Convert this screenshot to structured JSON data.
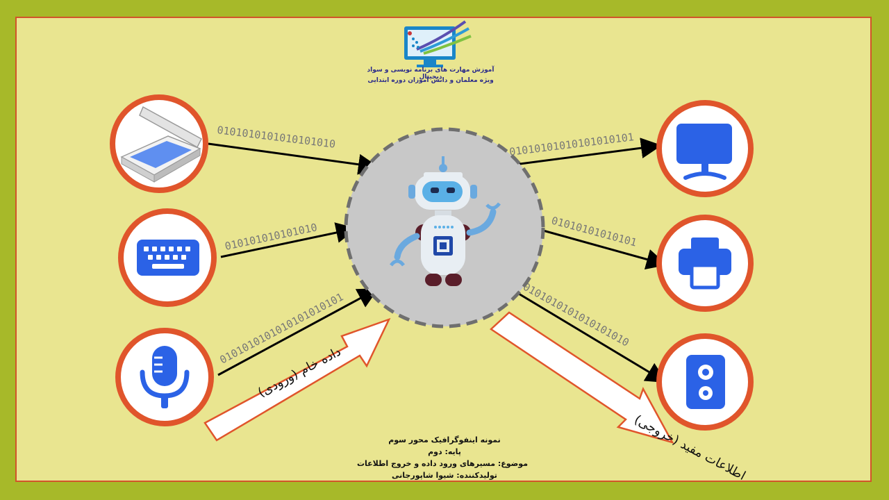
{
  "header": {
    "line1": "آموزش مهارت های برنامه نویسی و سواد دیجیتال",
    "line2": "ویژه معلمان و دانش آموزان دوره ابتدایی"
  },
  "binary": {
    "scanner": "0101010101010101010",
    "keyboard": "010101010101010",
    "microphone": "0101010101010101010101",
    "monitor": "01010101010101010101",
    "printer": "01010101010101",
    "speaker": "0101010101010101010"
  },
  "arrows": {
    "input_label": "داده خام (ورودی)",
    "output_label": "اطلاعات مفید (خروجی)"
  },
  "devices": {
    "inputs": [
      "scanner-icon",
      "keyboard-icon",
      "microphone-icon"
    ],
    "outputs": [
      "monitor-icon",
      "printer-icon",
      "speaker-icon"
    ]
  },
  "footer": {
    "line1": "نمونه اینفوگرافیک محور سوم",
    "line2": "پایه: دوم",
    "line3": "موضوع: مسیرهای ورود داده و خروج اطلاعات",
    "line4": "تولیدکننده: شیوا شاپورجانی"
  },
  "colors": {
    "background": "#a7b929",
    "panel": "#e9e590",
    "ring": "#e0552b",
    "icon_blue": "#2b62e6",
    "robot_disc": "#c8c8c8"
  }
}
